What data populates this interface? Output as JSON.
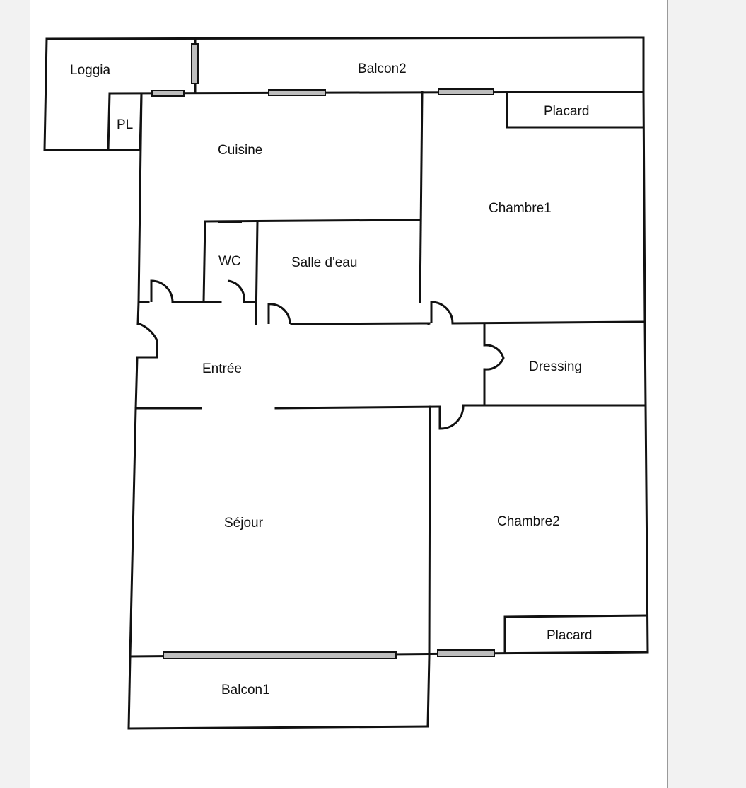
{
  "colors": {
    "wall": "#111111",
    "window_fill": "#bdbdbd",
    "paper": "#ffffff",
    "background": "#f2f2f2"
  },
  "rooms": {
    "loggia": "Loggia",
    "balcon2": "Balcon2",
    "pl": "PL",
    "cuisine": "Cuisine",
    "placard_top": "Placard",
    "chambre1": "Chambre1",
    "wc": "WC",
    "salle_deau": "Salle d'eau",
    "entree": "Entrée",
    "dressing": "Dressing",
    "sejour": "Séjour",
    "chambre2": "Chambre2",
    "placard_bottom": "Placard",
    "balcon1": "Balcon1"
  }
}
